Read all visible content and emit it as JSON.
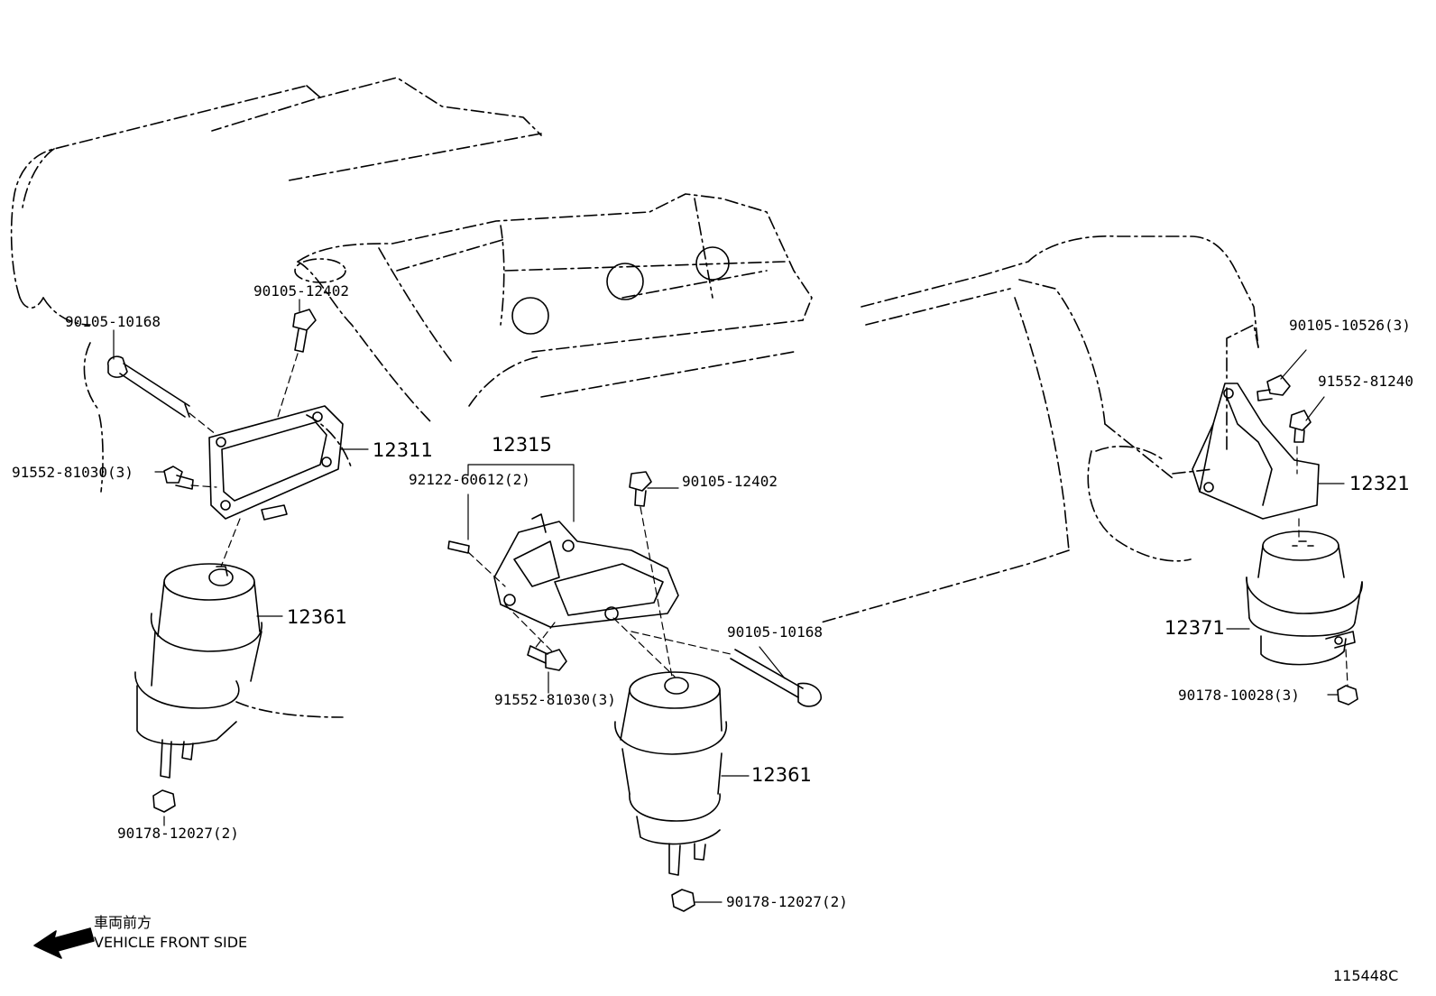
{
  "labels": {
    "p_90105_12402_top": "90105-12402",
    "p_90105_10168_left": "90105-10168",
    "p_91552_81030_left": "91552-81030(3)",
    "p_12311": "12311",
    "p_12361_left": "12361",
    "p_90178_12027_left": "90178-12027(2)",
    "p_12315": "12315",
    "p_92122_60612": "92122-60612(2)",
    "p_90105_12402_mid": "90105-12402",
    "p_91552_81030_mid": "91552-81030(3)",
    "p_90105_10168_mid": "90105-10168",
    "p_12361_mid": "12361",
    "p_90178_12027_mid": "90178-12027(2)",
    "p_90105_10526": "90105-10526(3)",
    "p_91552_81240": "91552-81240",
    "p_12321": "12321",
    "p_12371": "12371",
    "p_90178_10028": "90178-10028(3)"
  },
  "legend": {
    "japanese": "車両前方",
    "english": "VEHICLE FRONT SIDE"
  },
  "diagram_code": "115448C"
}
